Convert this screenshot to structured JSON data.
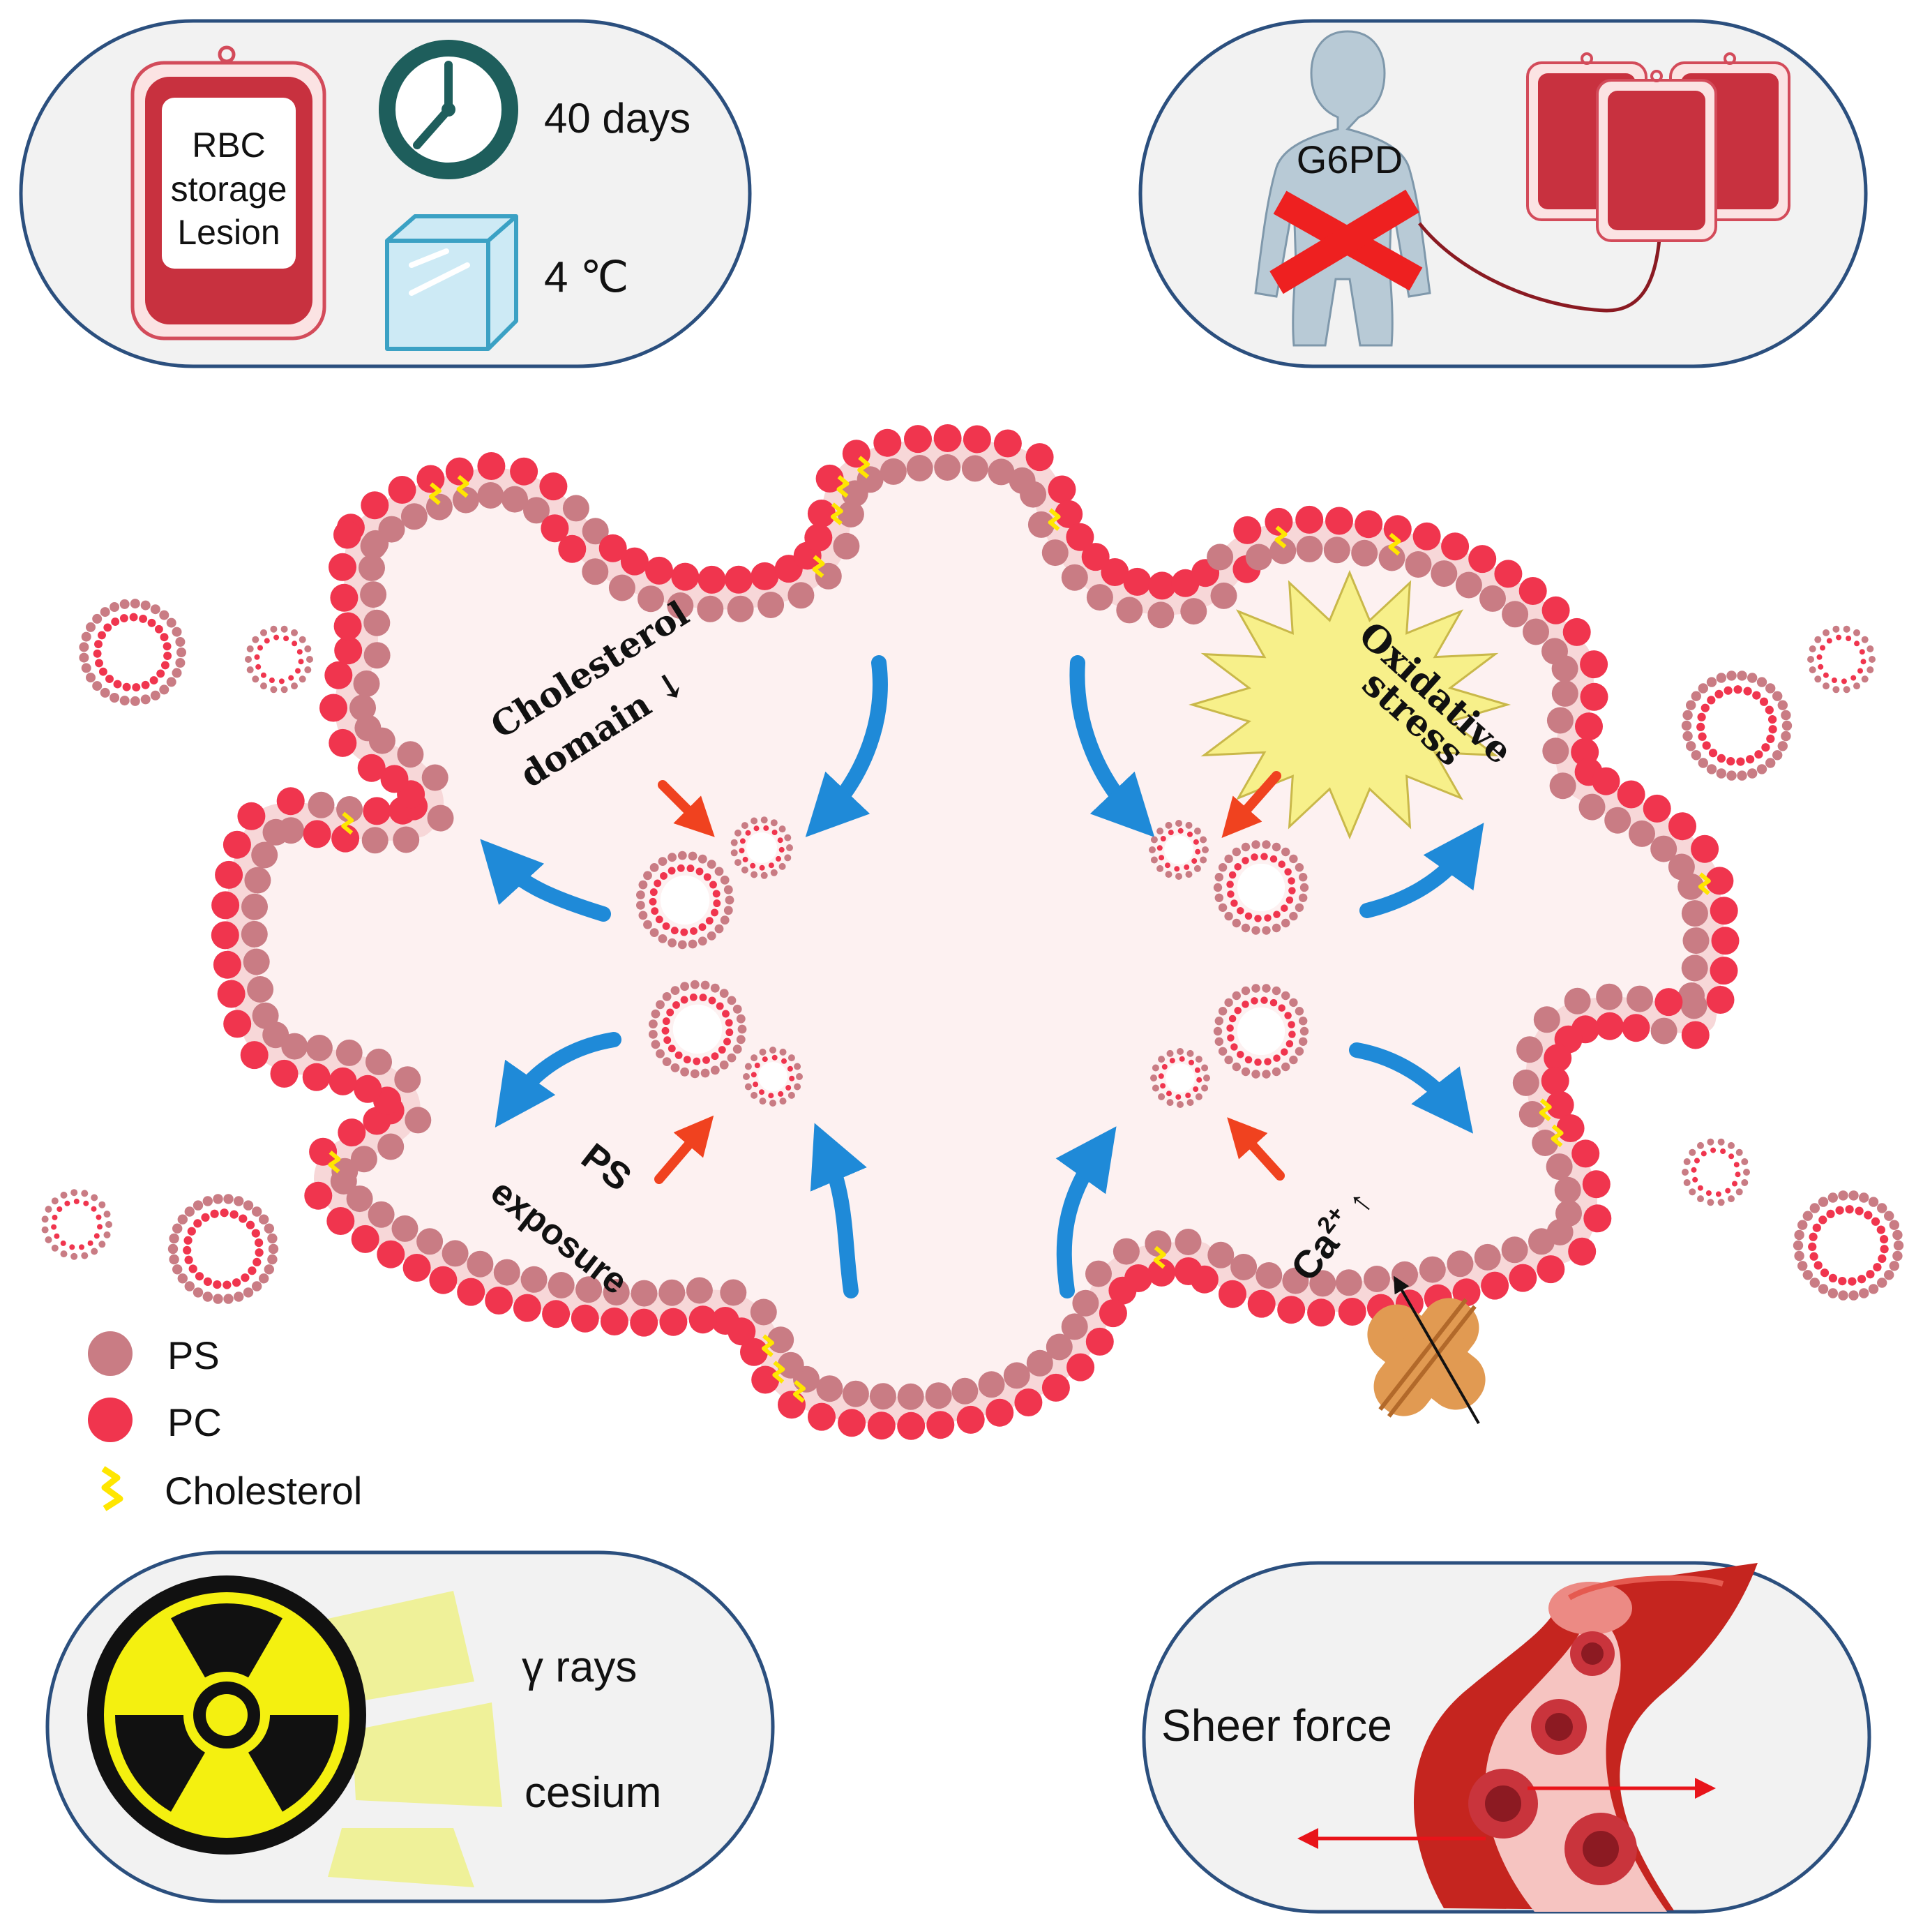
{
  "panels": {
    "storage": {
      "bag_label_1": "RBC",
      "bag_label_2": "storage",
      "bag_label_3": "Lesion",
      "duration": "40 days",
      "temperature": "4 ℃"
    },
    "g6pd": {
      "label": "G6PD"
    },
    "irradiation": {
      "label_1": "γ rays",
      "label_2": "cesium"
    },
    "shear": {
      "label": "Sheer force"
    }
  },
  "cell": {
    "cholesterol_label_1": "Cholesterol",
    "cholesterol_label_2": "domain ↓",
    "oxidative_label_1": "Oxidative",
    "oxidative_label_2": "stress",
    "ps_label_1": "PS",
    "ps_label_2": "exposure",
    "calcium_label": "Ca",
    "calcium_sup": "2+",
    "calcium_arrow": "↑"
  },
  "legend": {
    "items": [
      {
        "label": "PS",
        "color": "#c97c84"
      },
      {
        "label": "PC",
        "color": "#f0354e"
      },
      {
        "label": "Cholesterol",
        "color": "#ffe600"
      }
    ]
  },
  "colors": {
    "ps": "#c97c84",
    "pc": "#f0354e",
    "cholesterol": "#ffe600",
    "arrow_blue": "#1f8ad8",
    "arrow_red": "#f0421f",
    "panel_border": "#2b4f7e"
  }
}
